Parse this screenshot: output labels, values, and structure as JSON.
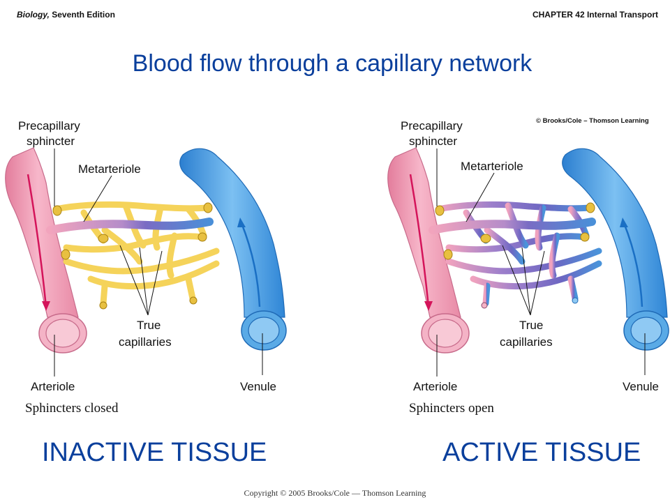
{
  "header": {
    "book_title": "Biology,",
    "edition": " Seventh Edition",
    "chapter": "CHAPTER 42 Internal Transport"
  },
  "title": "Blood flow through a capillary network",
  "credit": "© Brooks/Cole – Thomson Learning",
  "panels": [
    {
      "tissue_label": "INACTIVE TISSUE",
      "state_caption": "Sphincters closed",
      "labels": {
        "precapillary_line1": "Precapillary",
        "precapillary_line2": "sphincter",
        "metarteriole": "Metarteriole",
        "true_cap_line1": "True",
        "true_cap_line2": "capillaries",
        "arteriole": "Arteriole",
        "venule": "Venule"
      }
    },
    {
      "tissue_label": "ACTIVE TISSUE",
      "state_caption": "Sphincters open",
      "labels": {
        "precapillary_line1": "Precapillary",
        "precapillary_line2": "sphincter",
        "metarteriole": "Metarteriole",
        "true_cap_line1": "True",
        "true_cap_line2": "capillaries",
        "arteriole": "Arteriole",
        "venule": "Venule"
      }
    }
  ],
  "footer": "Copyright © 2005 Brooks/Cole — Thomson Learning",
  "colors": {
    "title_blue": "#0a3f9c",
    "arteriole_pink": "#f2a0b8",
    "venule_blue": "#4a9fe0",
    "capillary_yellow": "#f5d35a",
    "capillary_purple": "#7a6cc4",
    "sphincter_gold": "#e8c040",
    "flow_arrow_red": "#d4145a",
    "flow_arrow_blue": "#1a6fc4"
  },
  "icons": [
    "flow-arrow-icon"
  ]
}
